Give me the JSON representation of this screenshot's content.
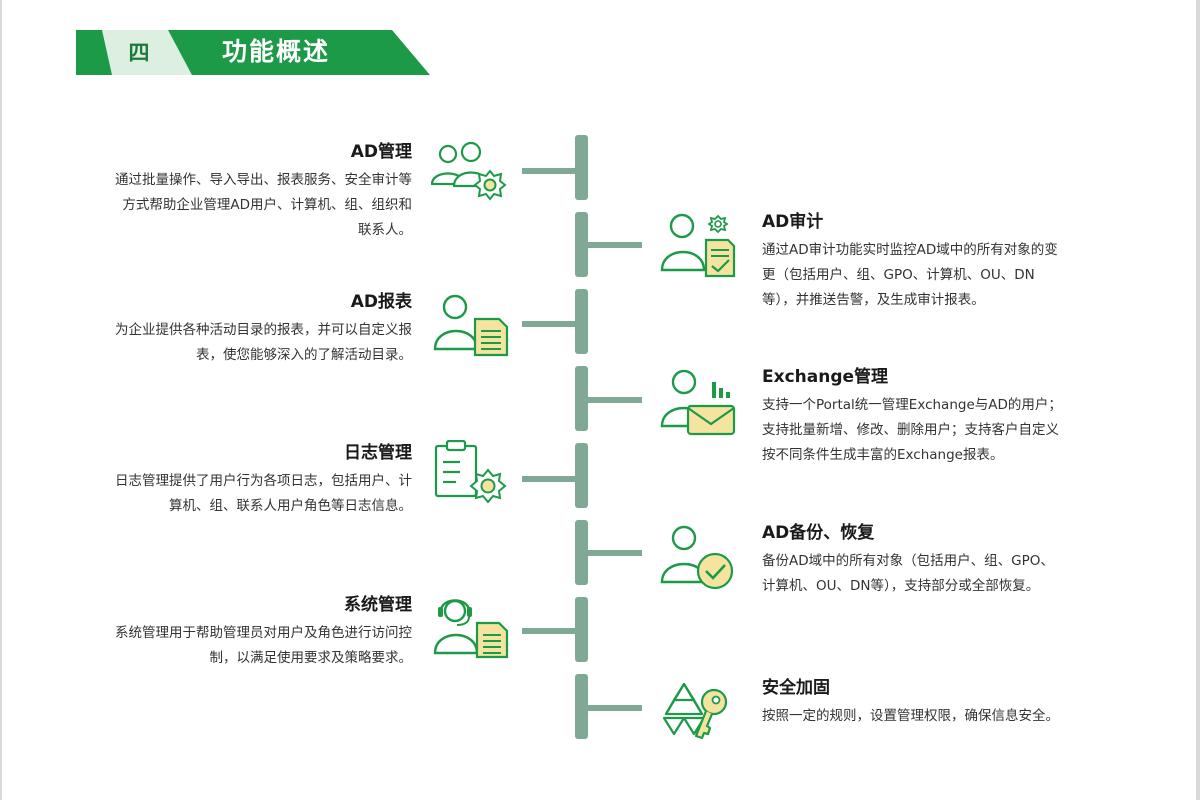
{
  "header": {
    "number": "四",
    "title": "功能概述"
  },
  "colors": {
    "accent": "#1d9a48",
    "accent_light": "#dcefe0",
    "spine": "#7fa995",
    "dark_green": "#1d7a3a"
  },
  "left_items": [
    {
      "title": "AD管理",
      "text": "通过批量操作、导入导出、报表服务、安全审计等方式帮助企业管理AD用户、计算机、组、组织和联系人。",
      "icon": "users-gear-icon"
    },
    {
      "title": "AD报表",
      "text": "为企业提供各种活动目录的报表，并可以自定义报表，使您能够深入的了解活动目录。",
      "icon": "user-report-icon"
    },
    {
      "title": "日志管理",
      "text": "日志管理提供了用户行为各项日志，包括用户、计算机、组、联系人用户角色等日志信息。",
      "icon": "clipboard-gear-icon"
    },
    {
      "title": "系统管理",
      "text": "系统管理用于帮助管理员对用户及角色进行访问控制，以满足使用要求及策略要求。",
      "icon": "headset-document-icon"
    }
  ],
  "right_items": [
    {
      "title": "AD审计",
      "text": "通过AD审计功能实时监控AD域中的所有对象的变更（包括用户、组、GPO、计算机、OU、DN等），并推送告警，及生成审计报表。",
      "icon": "user-audit-icon"
    },
    {
      "title": "Exchange管理",
      "text": "支持一个Portal统一管理Exchange与AD的用户；支持批量新增、修改、删除用户；支持客户自定义按不同条件生成丰富的Exchange报表。",
      "icon": "user-mail-icon"
    },
    {
      "title": "AD备份、恢复",
      "text": "备份AD域中的所有对象（包括用户、组、GPO、计算机、OU、DN等），支持部分或全部恢复。",
      "icon": "user-check-icon"
    },
    {
      "title": "安全加固",
      "text": "按照一定的规则，设置管理权限，确保信息安全。",
      "icon": "key-shield-icon"
    }
  ]
}
